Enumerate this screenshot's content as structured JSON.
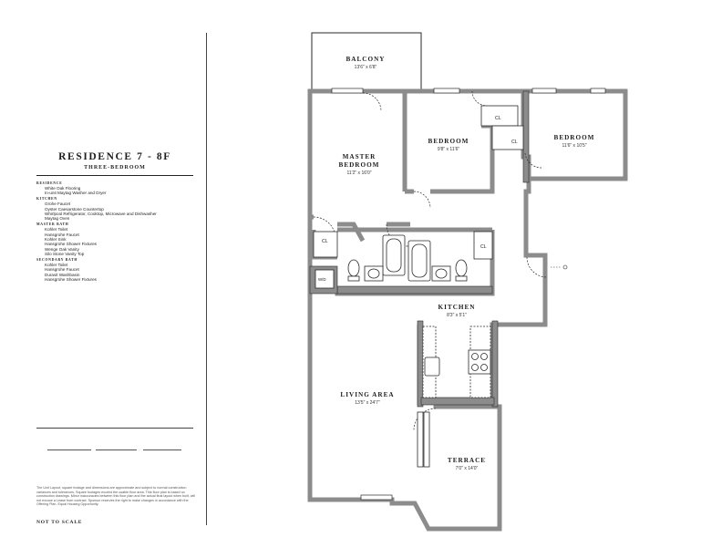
{
  "residence": {
    "title": "RESIDENCE 7 - 8F",
    "subtitle": "THREE-BEDROOM"
  },
  "specs": [
    {
      "heading": "RESIDENCE",
      "items": [
        "White Oak Flooring",
        "In-unit Maytag Washer and Dryer"
      ]
    },
    {
      "heading": "KITCHEN",
      "items": [
        "Grohe Faucet",
        "Oyster Caesarstone Countertop",
        "Whirlpool Refrigerator, Cooktop, Microwave and Dishwasher",
        "Maytag Oven"
      ]
    },
    {
      "heading": "MASTER BATH",
      "items": [
        "Kohler Toilet",
        "Hansgrohe Faucet",
        "Kohler Sink",
        "Hansgrohe Shower Fixtures",
        "Wenge Oak Vanity",
        "Silo Stone Vanity Top"
      ]
    },
    {
      "heading": "SECONDARY BATH",
      "items": [
        "Kohler Toilet",
        "Hansgrohe Faucet",
        "Duravit Washbasin",
        "Hansgrohe Shower Fixtures"
      ]
    }
  ],
  "disclaimer": "The Unit Layout, square footage and dimensions are approximate and subject to normal construction variances and tolerances. Square footages exceed the usable floor area. This floor plan is based on construction drawings. Minor inaccuracies between this floor plan and the actual final layout when built, will not excuse a Lease from contract. Sponsor reserves the right to make changes in accordance with the Offering Plan. Equal Housing Opportunity.",
  "not_to_scale": "NOT TO SCALE",
  "rooms": {
    "balcony": {
      "name": "BALCONY",
      "dim": "13'6\" x 6'8\""
    },
    "master_bedroom": {
      "name_line1": "MASTER",
      "name_line2": "BEDROOM",
      "dim": "11'2\" x 16'0\""
    },
    "bedroom_2": {
      "name": "BEDROOM",
      "dim": "9'8\" x 11'6\""
    },
    "bedroom_3": {
      "name": "BEDROOM",
      "dim": "11'6\" x 10'5\""
    },
    "kitchen": {
      "name": "KITCHEN",
      "dim": "8'3\" x 5'1\""
    },
    "living_area": {
      "name": "LIVING AREA",
      "dim": "13'5\" x 24'7\""
    },
    "terrace": {
      "name": "TERRACE",
      "dim": "7'0\" x 14'0\""
    }
  },
  "labels": {
    "closet": "CL",
    "washer_dryer": "W/D"
  },
  "colors": {
    "wall": "#8c8c8c",
    "wall_outline": "#2a2a2a",
    "text": "#1e1e1e"
  }
}
